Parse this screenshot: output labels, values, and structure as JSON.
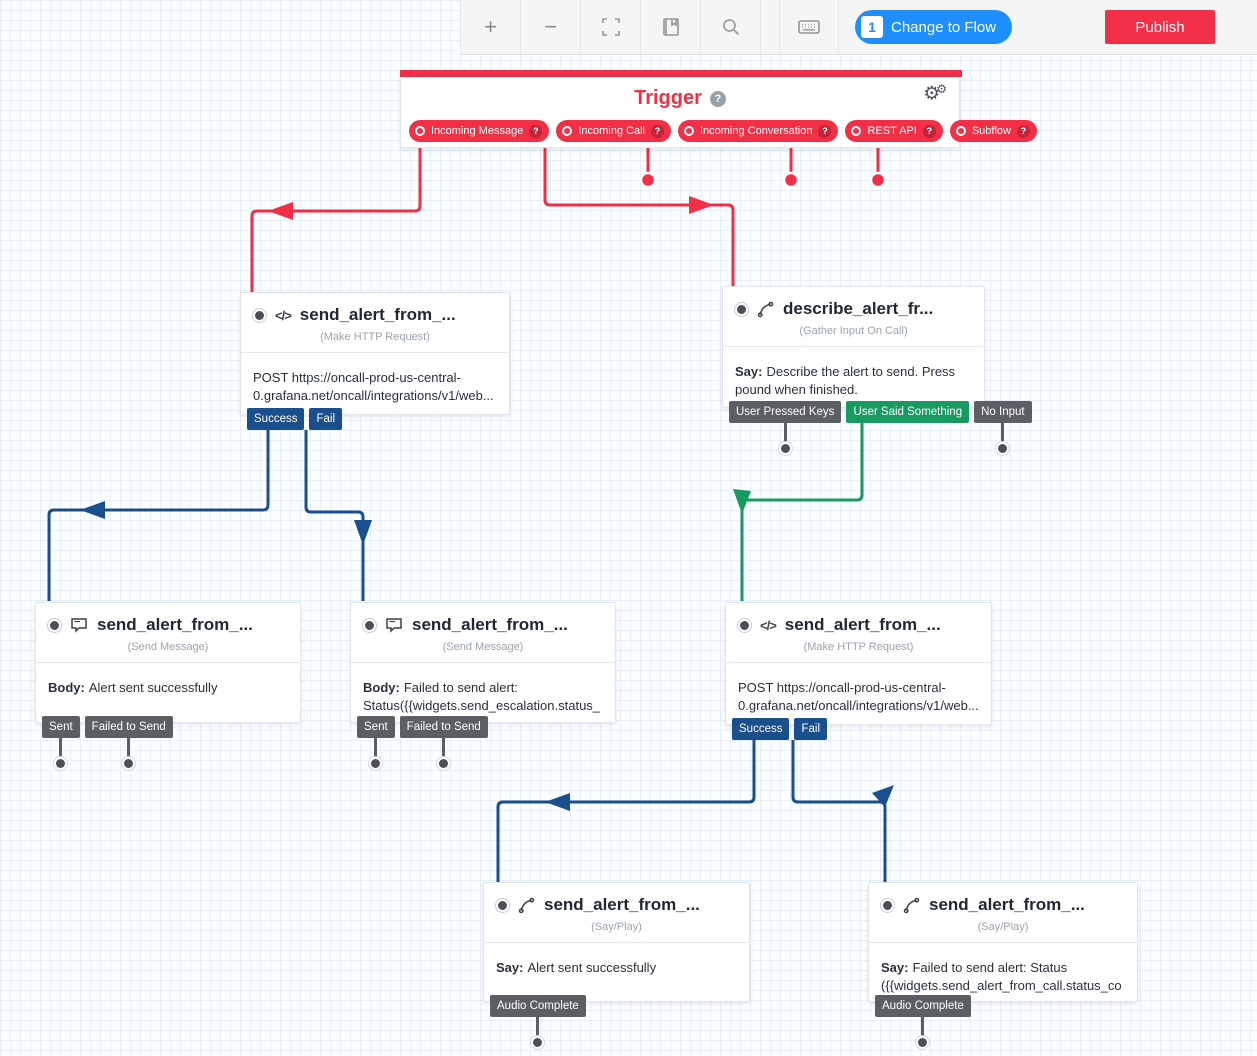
{
  "toolbar": {
    "change_to_flow": {
      "count": "1",
      "label": "Change to Flow"
    },
    "publish_label": "Publish"
  },
  "icons": {
    "plus": "+",
    "minus": "−",
    "gear": "⚙"
  },
  "glyphs": {
    "question": "?"
  },
  "trigger": {
    "title": "Trigger",
    "pills": [
      {
        "label": "Incoming Message"
      },
      {
        "label": "Incoming Call"
      },
      {
        "label": "Incoming Conversation"
      },
      {
        "label": "REST API"
      },
      {
        "label": "Subflow"
      }
    ]
  },
  "widgets": [
    {
      "title": "send_alert_from_...",
      "type_label": "(Make HTTP Request)",
      "icon": "code-icon",
      "body_prefix": "",
      "body": "POST https://oncall-prod-us-central-0.grafana.net/oncall/integrations/v1/web...",
      "tags": [
        {
          "label": "Success",
          "variant": "navy"
        },
        {
          "label": "Fail",
          "variant": "navy"
        }
      ]
    },
    {
      "title": "describe_alert_fr...",
      "type_label": "(Gather Input On Call)",
      "icon": "phone-icon",
      "body_prefix": "Say:",
      "body": "Describe the alert to send. Press pound when finished.",
      "tags": [
        {
          "label": "User Pressed Keys",
          "variant": "gray"
        },
        {
          "label": "User Said Something",
          "variant": "green"
        },
        {
          "label": "No Input",
          "variant": "gray"
        }
      ]
    },
    {
      "title": "send_alert_from_...",
      "type_label": "(Send Message)",
      "icon": "chat-icon",
      "body_prefix": "Body:",
      "body": "Alert sent successfully",
      "tags": [
        {
          "label": "Sent",
          "variant": "gray"
        },
        {
          "label": "Failed to Send",
          "variant": "gray"
        }
      ]
    },
    {
      "title": "send_alert_from_...",
      "type_label": "(Send Message)",
      "icon": "chat-icon",
      "body_prefix": "Body:",
      "body": "Failed to send alert: Status({{widgets.send_escalation.status_...",
      "tags": [
        {
          "label": "Sent",
          "variant": "gray"
        },
        {
          "label": "Failed to Send",
          "variant": "gray"
        }
      ]
    },
    {
      "title": "send_alert_from_...",
      "type_label": "(Make HTTP Request)",
      "icon": "code-icon",
      "body_prefix": "",
      "body": "POST https://oncall-prod-us-central-0.grafana.net/oncall/integrations/v1/web...",
      "tags": [
        {
          "label": "Success",
          "variant": "navy"
        },
        {
          "label": "Fail",
          "variant": "navy"
        }
      ]
    },
    {
      "title": "send_alert_from_...",
      "type_label": "(Say/Play)",
      "icon": "phone-icon",
      "body_prefix": "Say:",
      "body": "Alert sent successfully",
      "tags": [
        {
          "label": "Audio Complete",
          "variant": "gray"
        }
      ]
    },
    {
      "title": "send_alert_from_...",
      "type_label": "(Say/Play)",
      "icon": "phone-icon",
      "body_prefix": "Say:",
      "body": "Failed to send alert: Status ({{widgets.send_alert_from_call.status_co...",
      "tags": [
        {
          "label": "Audio Complete",
          "variant": "gray"
        }
      ]
    }
  ],
  "connections": [
    {
      "from": "trigger.Incoming Message",
      "to": "widget0",
      "color": "red"
    },
    {
      "from": "trigger.Incoming Call",
      "to": "widget1",
      "color": "red"
    },
    {
      "from": "widget0.Success",
      "to": "widget2",
      "color": "blue"
    },
    {
      "from": "widget0.Fail",
      "to": "widget3",
      "color": "blue"
    },
    {
      "from": "widget1.User Said Something",
      "to": "widget4",
      "color": "green"
    },
    {
      "from": "widget4.Success",
      "to": "widget5",
      "color": "blue"
    },
    {
      "from": "widget4.Fail",
      "to": "widget6",
      "color": "blue"
    }
  ],
  "colors": {
    "brand_red": "#f22f46",
    "navy": "#1a4e8d",
    "green": "#189b61",
    "tag_gray": "#5b5e63",
    "flow_blue": "#1f8fff",
    "canvas_grid": "#e7effb"
  }
}
